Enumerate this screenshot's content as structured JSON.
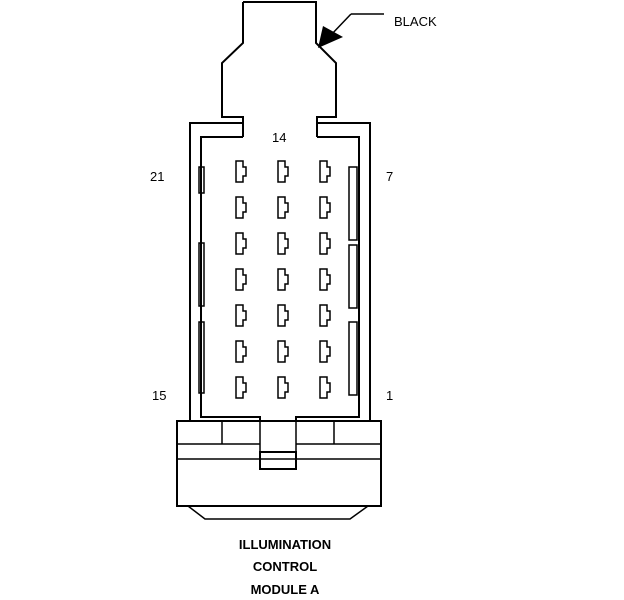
{
  "connector_color_label": "BLACK",
  "pin_labels": {
    "top_center": "14",
    "top_left": "21",
    "top_right": "7",
    "bottom_left": "15",
    "bottom_right": "1"
  },
  "caption": [
    "ILLUMINATION",
    "CONTROL",
    "MODULE A"
  ],
  "terminal_grid": {
    "rows": 7,
    "columns": 3
  }
}
